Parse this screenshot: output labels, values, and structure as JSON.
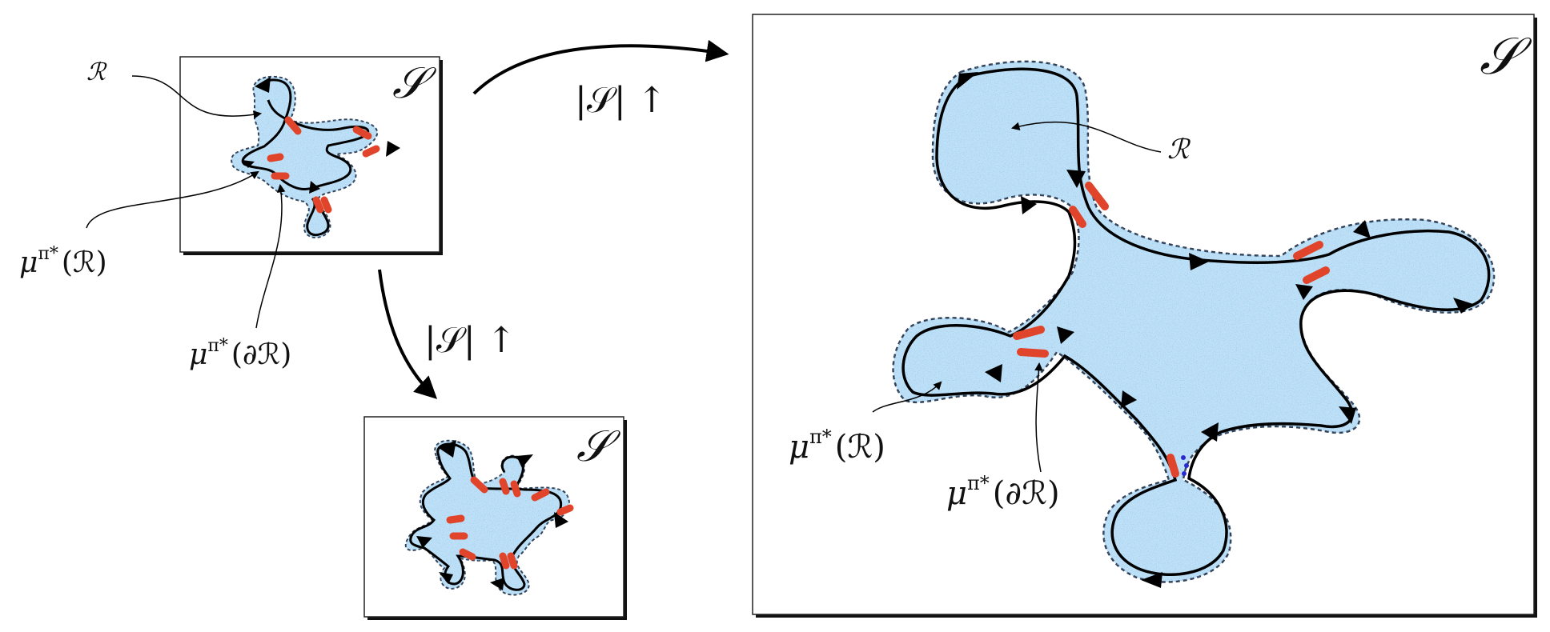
{
  "labels": {
    "space_symbol": "𝒮",
    "region_symbol": "ℛ",
    "measure_region": "μπ*(ℛ)",
    "measure_region_base": "μ",
    "measure_region_sup": "π*",
    "measure_region_arg": "(ℛ)",
    "measure_boundary_base": "μ",
    "measure_boundary_sup": "π*",
    "measure_boundary_arg": "(∂ℛ)",
    "growth_label": "|𝒮| ↑"
  },
  "colors": {
    "region_fill": "#4a9bd9",
    "boundary_marker": "#e0452b",
    "trajectory": "#000000",
    "frame_border": "#222222",
    "frame_shadow": "#111111",
    "state_dots": "#2a2ad0"
  }
}
